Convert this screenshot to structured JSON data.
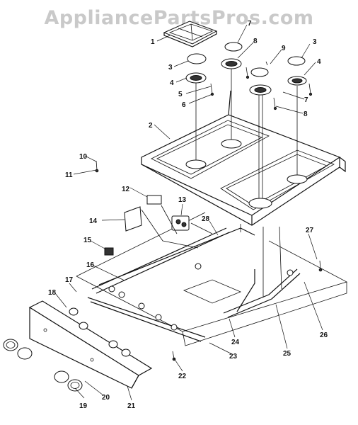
{
  "watermark": "AppliancePartsPros.com",
  "callouts": [
    "1",
    "2",
    "3",
    "3",
    "4",
    "4",
    "5",
    "6",
    "7",
    "7",
    "8",
    "8",
    "9",
    "10",
    "11",
    "12",
    "13",
    "14",
    "15",
    "16",
    "17",
    "18",
    "19",
    "20",
    "21",
    "22",
    "23",
    "24",
    "25",
    "26",
    "27",
    "28"
  ]
}
